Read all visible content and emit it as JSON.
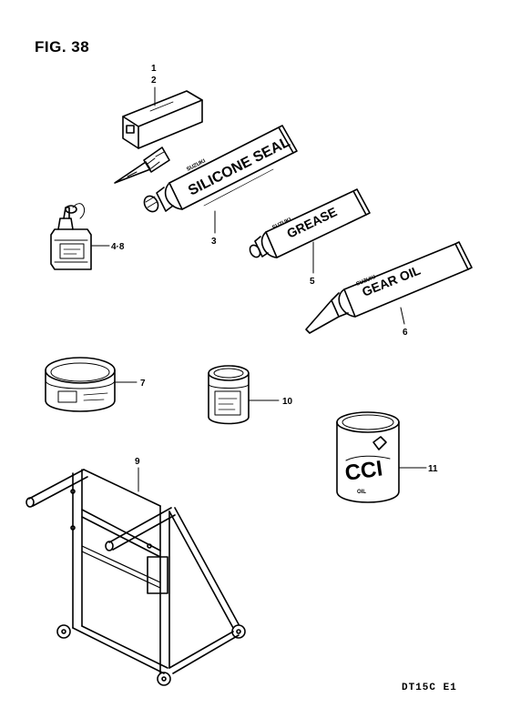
{
  "figure": {
    "title": "FIG. 38",
    "code": "DT15C E1"
  },
  "callouts": {
    "c1": "1",
    "c2": "2",
    "c3": "3",
    "c4_8": "4·8",
    "c5": "5",
    "c6": "6",
    "c7": "7",
    "c9": "9",
    "c10": "10",
    "c11": "11"
  },
  "labels": {
    "silicone": "SILICONE SEAL",
    "silicone_brand": "SUZUKI",
    "grease": "GREASE",
    "grease_brand": "SUZUKI",
    "gear_oil": "GEAR OIL",
    "gear_oil_brand": "SUZUKI",
    "cci": "CCI",
    "cci_sub": "OIL"
  }
}
